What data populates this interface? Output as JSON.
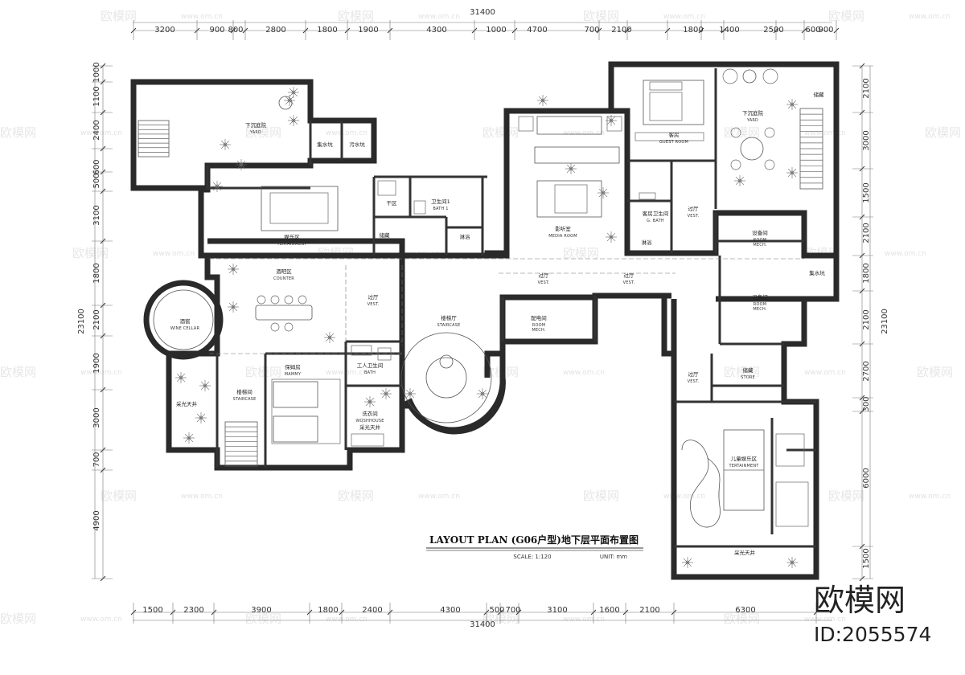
{
  "drawing": {
    "title": "LAYOUT   PLAN  (G06户型)地下层平面布置图",
    "scale_label": "SCALE:  1:120",
    "unit_label": "UNIT:  mm"
  },
  "dimensions": {
    "overall_top": "31400",
    "overall_bottom": "31400",
    "overall_left": "23100",
    "overall_right": "23100",
    "top": [
      "3200",
      "900",
      "800",
      "2800",
      "1800",
      "1900",
      "4300",
      "1000",
      "4700",
      "700",
      "2100",
      "1800",
      "1400",
      "2500",
      "600",
      "900"
    ],
    "bottom": [
      "1500",
      "2300",
      "3900",
      "1800",
      "2400",
      "4300",
      "500",
      "700",
      "3100",
      "1600",
      "2100",
      "6300"
    ],
    "left": [
      "1000",
      "1100",
      "2400",
      "600",
      "500",
      "3100",
      "1800",
      "2100",
      "1900",
      "3000",
      "700",
      "4900"
    ],
    "right": [
      "2100",
      "3000",
      "1500",
      "2100",
      "1800",
      "2100",
      "2700",
      "300",
      "6000",
      "1500"
    ]
  },
  "rooms": [
    {
      "zh": "下沉庭院",
      "en": "YARD"
    },
    {
      "zh": "集水坑",
      "en": ""
    },
    {
      "zh": "污水坑",
      "en": ""
    },
    {
      "zh": "娱乐区",
      "en": "TERTAINMENT"
    },
    {
      "zh": "干区",
      "en": ""
    },
    {
      "zh": "卫生间1",
      "en": "BATH 1"
    },
    {
      "zh": "储藏",
      "en": "STORE"
    },
    {
      "zh": "淋浴",
      "en": ""
    },
    {
      "zh": "影听室",
      "en": "MEDIA ROOM"
    },
    {
      "zh": "客房",
      "en": "GUEST ROOM"
    },
    {
      "zh": "客房卫生间",
      "en": "G. BATH"
    },
    {
      "zh": "淋浴",
      "en": ""
    },
    {
      "zh": "过厅",
      "en": "VEST."
    },
    {
      "zh": "下沉庭院",
      "en": "YARD"
    },
    {
      "zh": "储藏",
      "en": ""
    },
    {
      "zh": "设备间",
      "en": "ROOM MECH."
    },
    {
      "zh": "集水坑",
      "en": ""
    },
    {
      "zh": "酒吧区",
      "en": "COUNTER"
    },
    {
      "zh": "酒窖",
      "en": "WINE CELLAR"
    },
    {
      "zh": "过厅",
      "en": "VEST."
    },
    {
      "zh": "楼梯厅",
      "en": "STAIRCASE"
    },
    {
      "zh": "过厅",
      "en": "VEST."
    },
    {
      "zh": "过厅",
      "en": "VEST."
    },
    {
      "zh": "配电间",
      "en": "ROOM MECH."
    },
    {
      "zh": "设备间",
      "en": "ROOM MECH."
    },
    {
      "zh": "保姆房",
      "en": "MAMMY"
    },
    {
      "zh": "工人卫生间",
      "en": "BATH"
    },
    {
      "zh": "楼梯间",
      "en": "STAIRCASE"
    },
    {
      "zh": "采光天井",
      "en": ""
    },
    {
      "zh": "洗衣间",
      "en": "WQSHHOUSE"
    },
    {
      "zh": "采光天井",
      "en": ""
    },
    {
      "zh": "过厅",
      "en": "VEST."
    },
    {
      "zh": "储藏",
      "en": "STORE"
    },
    {
      "zh": "儿童娱乐区",
      "en": "TERTAINMENT"
    },
    {
      "zh": "采光天井",
      "en": ""
    }
  ],
  "watermark": {
    "brand": "欧模网",
    "site": "www.om.cn",
    "id": "ID:2055574"
  }
}
